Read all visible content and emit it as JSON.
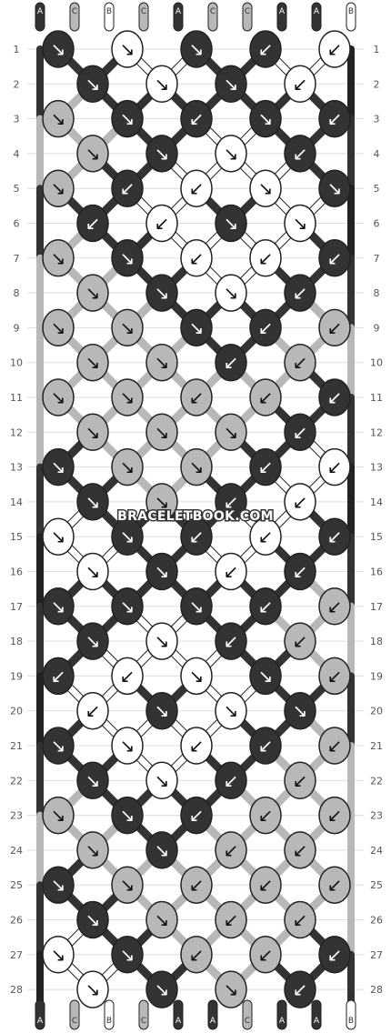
{
  "strand_colors": {
    "A": "#333333",
    "B": "#ffffff",
    "C": "#b8b8b8"
  },
  "strands_top": [
    "A",
    "C",
    "B",
    "C",
    "A",
    "C",
    "C",
    "A",
    "A",
    "B"
  ],
  "strands_bottom": [
    "A",
    "C",
    "B",
    "C",
    "A",
    "A",
    "C",
    "A",
    "A",
    "B"
  ],
  "row_numbers": [
    "1",
    "2",
    "3",
    "4",
    "5",
    "6",
    "7",
    "8",
    "9",
    "10",
    "11",
    "12",
    "13",
    "14",
    "15",
    "16",
    "17",
    "18",
    "19",
    "20",
    "21",
    "22",
    "23",
    "24",
    "25",
    "26",
    "27",
    "28"
  ],
  "knot_rows": [
    {
      "row": 1,
      "knots": [
        {
          "c": "A",
          "d": "↘"
        },
        {
          "c": "B",
          "d": "↘"
        },
        {
          "c": "A",
          "d": "↘"
        },
        {
          "c": "A",
          "d": "↙"
        },
        {
          "c": "B",
          "d": "↙"
        }
      ]
    },
    {
      "row": 2,
      "knots": [
        {
          "c": "A",
          "d": "↘"
        },
        {
          "c": "B",
          "d": "↘"
        },
        {
          "c": "A",
          "d": "↘"
        },
        {
          "c": "B",
          "d": "↙"
        }
      ]
    },
    {
      "row": 3,
      "knots": [
        {
          "c": "C",
          "d": "↘"
        },
        {
          "c": "A",
          "d": "↘"
        },
        {
          "c": "A",
          "d": "↙"
        },
        {
          "c": "A",
          "d": "↘"
        },
        {
          "c": "A",
          "d": "↙"
        }
      ]
    },
    {
      "row": 4,
      "knots": [
        {
          "c": "C",
          "d": "↘"
        },
        {
          "c": "A",
          "d": "↘"
        },
        {
          "c": "B",
          "d": "↘"
        },
        {
          "c": "A",
          "d": "↙"
        }
      ]
    },
    {
      "row": 5,
      "knots": [
        {
          "c": "C",
          "d": "↘"
        },
        {
          "c": "A",
          "d": "↙"
        },
        {
          "c": "B",
          "d": "↙"
        },
        {
          "c": "B",
          "d": "↘"
        },
        {
          "c": "A",
          "d": "↘"
        }
      ]
    },
    {
      "row": 6,
      "knots": [
        {
          "c": "A",
          "d": "↙"
        },
        {
          "c": "B",
          "d": "↙"
        },
        {
          "c": "A",
          "d": "↘"
        },
        {
          "c": "B",
          "d": "↘"
        }
      ]
    },
    {
      "row": 7,
      "knots": [
        {
          "c": "C",
          "d": "↘"
        },
        {
          "c": "A",
          "d": "↘"
        },
        {
          "c": "B",
          "d": "↙"
        },
        {
          "c": "B",
          "d": "↙"
        },
        {
          "c": "A",
          "d": "↙"
        }
      ]
    },
    {
      "row": 8,
      "knots": [
        {
          "c": "C",
          "d": "↘"
        },
        {
          "c": "A",
          "d": "↘"
        },
        {
          "c": "B",
          "d": "↘"
        },
        {
          "c": "A",
          "d": "↙"
        }
      ]
    },
    {
      "row": 9,
      "knots": [
        {
          "c": "C",
          "d": "↘"
        },
        {
          "c": "C",
          "d": "↘"
        },
        {
          "c": "A",
          "d": "↘"
        },
        {
          "c": "A",
          "d": "↙"
        },
        {
          "c": "C",
          "d": "↙"
        }
      ]
    },
    {
      "row": 10,
      "knots": [
        {
          "c": "C",
          "d": "↘"
        },
        {
          "c": "C",
          "d": "↘"
        },
        {
          "c": "A",
          "d": "↙"
        },
        {
          "c": "C",
          "d": "↙"
        }
      ]
    },
    {
      "row": 11,
      "knots": [
        {
          "c": "C",
          "d": "↘"
        },
        {
          "c": "C",
          "d": "↘"
        },
        {
          "c": "C",
          "d": "↙"
        },
        {
          "c": "C",
          "d": "↙"
        },
        {
          "c": "A",
          "d": "↙"
        }
      ]
    },
    {
      "row": 12,
      "knots": [
        {
          "c": "C",
          "d": "↘"
        },
        {
          "c": "C",
          "d": "↘"
        },
        {
          "c": "C",
          "d": "↘"
        },
        {
          "c": "A",
          "d": "↙"
        }
      ]
    },
    {
      "row": 13,
      "knots": [
        {
          "c": "A",
          "d": "↘"
        },
        {
          "c": "C",
          "d": "↘"
        },
        {
          "c": "C",
          "d": "↘"
        },
        {
          "c": "A",
          "d": "↙"
        },
        {
          "c": "B",
          "d": "↙"
        }
      ]
    },
    {
      "row": 14,
      "knots": [
        {
          "c": "A",
          "d": "↘"
        },
        {
          "c": "C",
          "d": "↘"
        },
        {
          "c": "A",
          "d": "↙"
        },
        {
          "c": "B",
          "d": "↙"
        }
      ]
    },
    {
      "row": 15,
      "knots": [
        {
          "c": "B",
          "d": "↘"
        },
        {
          "c": "A",
          "d": "↘"
        },
        {
          "c": "A",
          "d": "↙"
        },
        {
          "c": "B",
          "d": "↙"
        },
        {
          "c": "A",
          "d": "↙"
        }
      ]
    },
    {
      "row": 16,
      "knots": [
        {
          "c": "B",
          "d": "↘"
        },
        {
          "c": "A",
          "d": "↘"
        },
        {
          "c": "B",
          "d": "↙"
        },
        {
          "c": "A",
          "d": "↙"
        }
      ]
    },
    {
      "row": 17,
      "knots": [
        {
          "c": "A",
          "d": "↘"
        },
        {
          "c": "A",
          "d": "↘"
        },
        {
          "c": "A",
          "d": "↘"
        },
        {
          "c": "A",
          "d": "↙"
        },
        {
          "c": "C",
          "d": "↙"
        }
      ]
    },
    {
      "row": 18,
      "knots": [
        {
          "c": "A",
          "d": "↘"
        },
        {
          "c": "B",
          "d": "↘"
        },
        {
          "c": "A",
          "d": "↙"
        },
        {
          "c": "C",
          "d": "↙"
        }
      ]
    },
    {
      "row": 19,
      "knots": [
        {
          "c": "A",
          "d": "↙"
        },
        {
          "c": "B",
          "d": "↙"
        },
        {
          "c": "B",
          "d": "↘"
        },
        {
          "c": "A",
          "d": "↘"
        },
        {
          "c": "C",
          "d": "↙"
        }
      ]
    },
    {
      "row": 20,
      "knots": [
        {
          "c": "B",
          "d": "↙"
        },
        {
          "c": "A",
          "d": "↘"
        },
        {
          "c": "B",
          "d": "↘"
        },
        {
          "c": "A",
          "d": "↘"
        }
      ]
    },
    {
      "row": 21,
      "knots": [
        {
          "c": "A",
          "d": "↘"
        },
        {
          "c": "B",
          "d": "↘"
        },
        {
          "c": "B",
          "d": "↙"
        },
        {
          "c": "A",
          "d": "↙"
        },
        {
          "c": "C",
          "d": "↙"
        }
      ]
    },
    {
      "row": 22,
      "knots": [
        {
          "c": "A",
          "d": "↘"
        },
        {
          "c": "B",
          "d": "↘"
        },
        {
          "c": "A",
          "d": "↙"
        },
        {
          "c": "C",
          "d": "↙"
        }
      ]
    },
    {
      "row": 23,
      "knots": [
        {
          "c": "C",
          "d": "↘"
        },
        {
          "c": "A",
          "d": "↘"
        },
        {
          "c": "A",
          "d": "↙"
        },
        {
          "c": "C",
          "d": "↙"
        },
        {
          "c": "C",
          "d": "↙"
        }
      ]
    },
    {
      "row": 24,
      "knots": [
        {
          "c": "C",
          "d": "↘"
        },
        {
          "c": "A",
          "d": "↘"
        },
        {
          "c": "C",
          "d": "↙"
        },
        {
          "c": "C",
          "d": "↙"
        }
      ]
    },
    {
      "row": 25,
      "knots": [
        {
          "c": "A",
          "d": "↘"
        },
        {
          "c": "C",
          "d": "↘"
        },
        {
          "c": "C",
          "d": "↙"
        },
        {
          "c": "C",
          "d": "↙"
        },
        {
          "c": "C",
          "d": "↙"
        }
      ]
    },
    {
      "row": 26,
      "knots": [
        {
          "c": "A",
          "d": "↘"
        },
        {
          "c": "C",
          "d": "↘"
        },
        {
          "c": "C",
          "d": "↙"
        },
        {
          "c": "C",
          "d": "↙"
        }
      ]
    },
    {
      "row": 27,
      "knots": [
        {
          "c": "B",
          "d": "↘"
        },
        {
          "c": "A",
          "d": "↘"
        },
        {
          "c": "C",
          "d": "↙"
        },
        {
          "c": "C",
          "d": "↙"
        },
        {
          "c": "A",
          "d": "↙"
        }
      ]
    },
    {
      "row": 28,
      "knots": [
        {
          "c": "B",
          "d": "↘"
        },
        {
          "c": "A",
          "d": "↘"
        },
        {
          "c": "C",
          "d": "↘"
        },
        {
          "c": "A",
          "d": "↙"
        }
      ]
    }
  ],
  "watermark": "BRACELETBOOK.COM"
}
